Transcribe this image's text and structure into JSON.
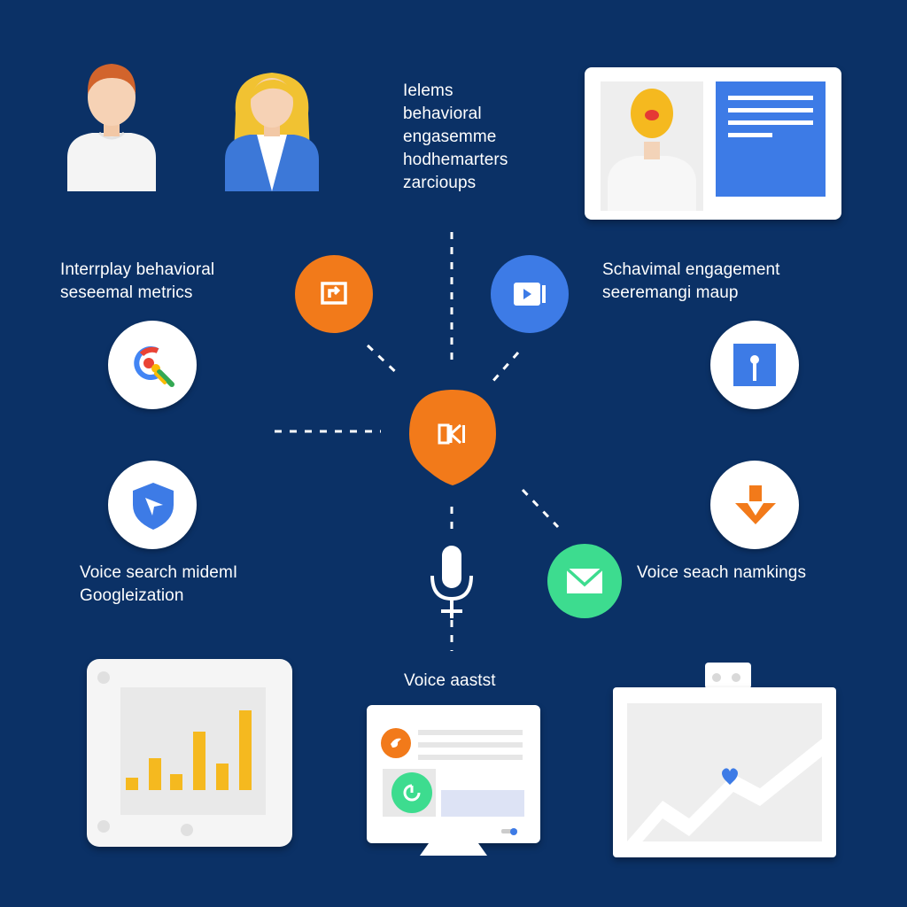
{
  "top_center_label": {
    "lines": [
      "Ielems",
      "behavioral",
      "engasemme",
      "hodhemarters",
      "zarciоups"
    ]
  },
  "left_mid_label": {
    "lines": [
      "Interrplay behavioral",
      "seseemal metrics"
    ]
  },
  "right_mid_label": {
    "lines": [
      "Schavimal engagement",
      "seeremangi maup"
    ]
  },
  "left_lower_label": {
    "lines": [
      "Voice search midemI",
      "Googleization"
    ]
  },
  "right_lower_label": {
    "lines": [
      "Voice seach namkings"
    ]
  },
  "bottom_center_label": {
    "lines": [
      "Voice aastst"
    ]
  },
  "colors": {
    "background": "#0b3166",
    "orange": "#f27a1a",
    "blue": "#3d7be6",
    "green": "#3ddc8f",
    "yellow": "#f5b91f",
    "white": "#ffffff"
  },
  "icons": {
    "center": "play-skip-icon",
    "orange_top_left": "refresh-box-icon",
    "blue_top_right": "video-play-icon",
    "search": "google-search-icon",
    "lock": "lock-icon",
    "shield": "shield-icon",
    "download": "download-arrow-icon",
    "microphone": "microphone-icon",
    "mail": "mail-icon"
  }
}
